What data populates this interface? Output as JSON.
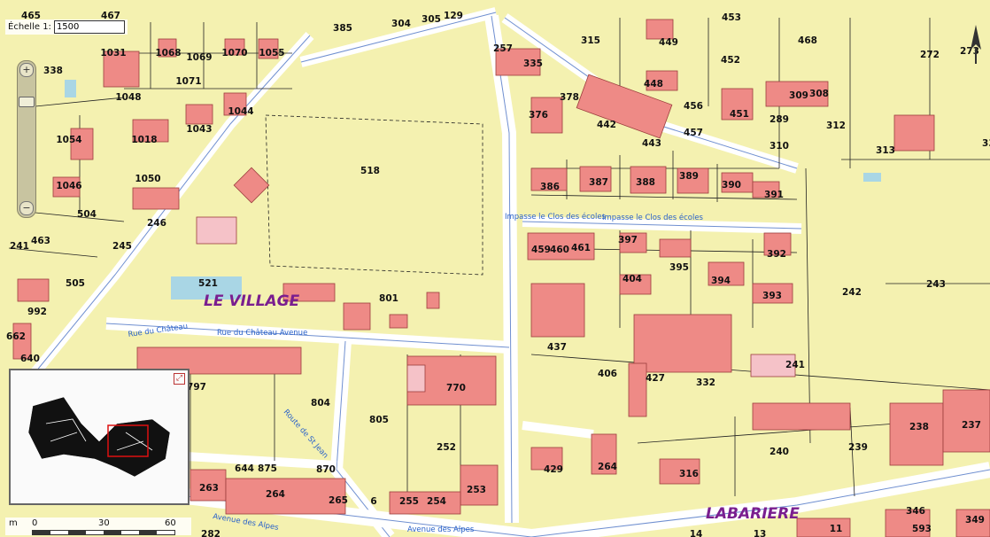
{
  "scale": {
    "label": "Échelle 1:",
    "value": "1500"
  },
  "scalebar": {
    "unit": "m",
    "ticks": [
      "0",
      "30",
      "60"
    ]
  },
  "places": [
    "LE VILLAGE",
    "LABARIERE"
  ],
  "streets": [
    "Rue du Château",
    "Rue du Château Avenue",
    "Impasse le Clos des écoles",
    "Impasse le Clos des écoles",
    "Route de St Jean",
    "Avenue des Alpes",
    "Avenue des Alpes"
  ],
  "parcels": [
    "465",
    "467",
    "338",
    "1031",
    "1068",
    "1069",
    "1070",
    "1055",
    "385",
    "304",
    "305",
    "129",
    "257",
    "335",
    "315",
    "449",
    "453",
    "468",
    "272",
    "273",
    "1071",
    "1048",
    "1044",
    "1043",
    "1018",
    "1054",
    "1050",
    "1046",
    "504",
    "246",
    "245",
    "463",
    "241",
    "505",
    "992",
    "662",
    "640",
    "521",
    "518",
    "801",
    "378",
    "376",
    "442",
    "448",
    "452",
    "456",
    "451",
    "309",
    "308",
    "289",
    "312",
    "457",
    "443",
    "310",
    "313",
    "335",
    "386",
    "387",
    "388",
    "389",
    "390",
    "391",
    "397",
    "459",
    "460",
    "461",
    "395",
    "392",
    "404",
    "394",
    "393",
    "437",
    "406",
    "427",
    "332",
    "241",
    "242",
    "243",
    "797",
    "804",
    "805",
    "770",
    "252",
    "253",
    "255",
    "254",
    "265",
    "264",
    "263",
    "644",
    "875",
    "870",
    "429",
    "264",
    "316",
    "240",
    "239",
    "238",
    "237",
    "346",
    "349",
    "593",
    "13",
    "11",
    "14",
    "282",
    "6"
  ],
  "overview": {
    "expand_icon": "expand-icon"
  },
  "colors": {
    "land": "#f4f1b0",
    "building": "#ee8a86",
    "road": "#ffffff",
    "water": "#a9d6e5",
    "street_label": "#2a62c9",
    "place_label": "#7a1e8f"
  }
}
